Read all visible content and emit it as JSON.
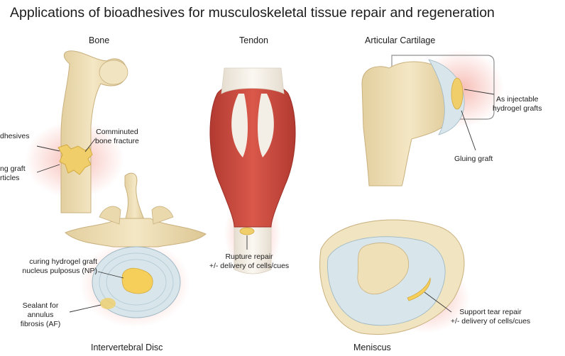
{
  "title": "Applications of bioadhesives for musculoskeletal tissue repair and regeneration",
  "sections": {
    "bone": "Bone",
    "tendon": "Tendon",
    "cartilage": "Articular Cartilage",
    "disc": "Intervertebral Disc",
    "meniscus": "Meniscus"
  },
  "labels": {
    "bone_fracture_1": "Comminuted",
    "bone_fracture_2": "bone fracture",
    "bone_adhesives": "dhesives",
    "bone_graft_1": "ng graft",
    "bone_graft_2": "rticles",
    "tendon_1": "Rupture repair",
    "tendon_2": "+/- delivery of cells/cues",
    "cart_inject_1": "As injectable",
    "cart_inject_2": "hydrogel grafts",
    "cart_glue": "Gluing graft",
    "disc_np_1": "curing hydrogel graft",
    "disc_np_2": "nucleus pulposus (NP)",
    "disc_af_1": "Sealant for",
    "disc_af_2": "annulus",
    "disc_af_3": "fibrosis (AF)",
    "men_1": "Support tear repair",
    "men_2": "+/- delivery of cells/cues"
  },
  "colors": {
    "bone": "#efe0b8",
    "bone_edge": "#c9b07e",
    "muscle": "#c7453a",
    "tendon": "#f3efe6",
    "cartilage": "#d8e6ec",
    "graft": "#f5cf5a",
    "glow": "#f6b8b0"
  }
}
